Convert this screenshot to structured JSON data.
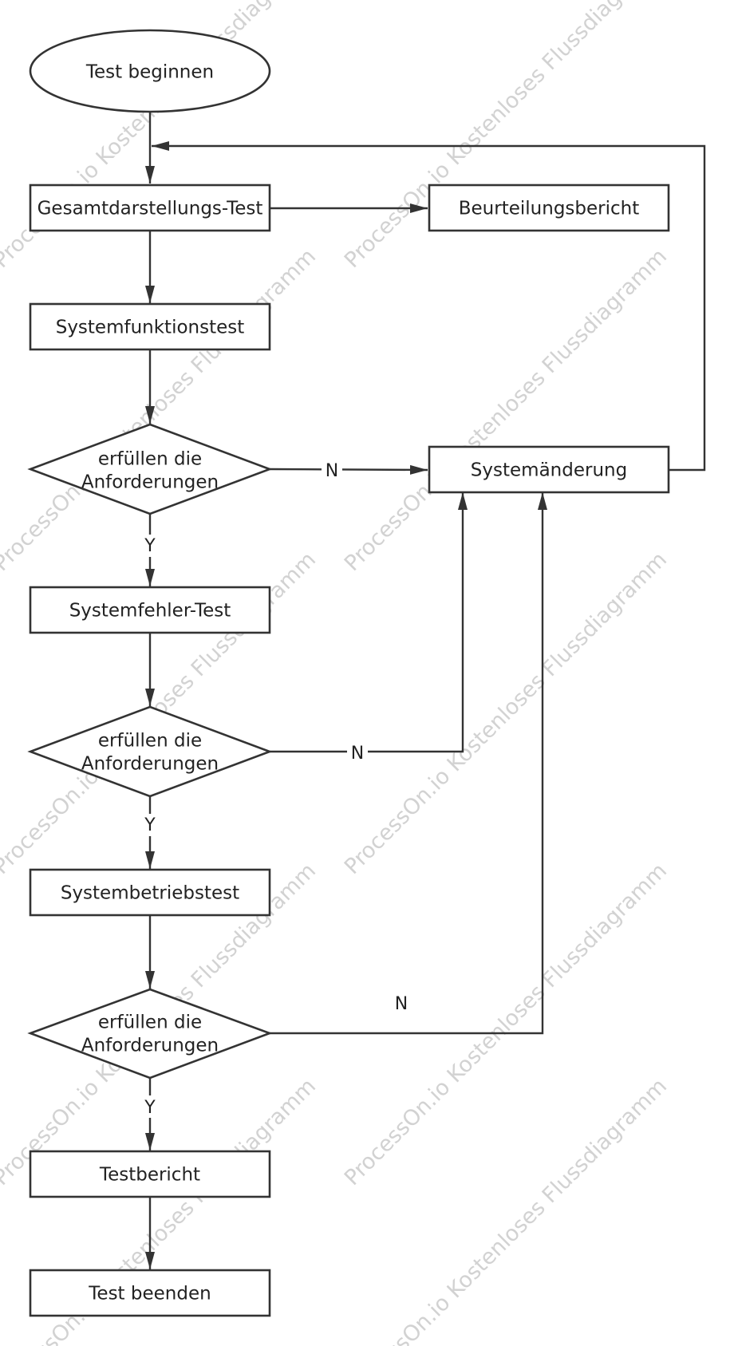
{
  "watermark_text": "ProcessOn.io Kostenloses Flussdiagramm",
  "nodes": {
    "start": "Test beginnen",
    "overall_test": "Gesamtdarstellungs-Test",
    "assessment_report": "Beurteilungsbericht",
    "function_test": "Systemfunktionstest",
    "decision_1": [
      "erfüllen die",
      "Anforderungen"
    ],
    "system_change": "Systemänderung",
    "fault_test": "Systemfehler-Test",
    "decision_2": [
      "erfüllen die",
      "Anforderungen"
    ],
    "operation_test": "Systembetriebstest",
    "decision_3": [
      "erfüllen die",
      "Anforderungen"
    ],
    "test_report": "Testbericht",
    "end": "Test beenden"
  },
  "edge_labels": {
    "d1_no": "N",
    "d1_yes": "Y",
    "d2_no": "N",
    "d2_yes": "Y",
    "d3_no": "N",
    "d3_yes": "Y"
  },
  "colors": {
    "stroke": "#333333",
    "fill": "#ffffff",
    "text": "#222222",
    "watermark": "#d2d2d2"
  }
}
